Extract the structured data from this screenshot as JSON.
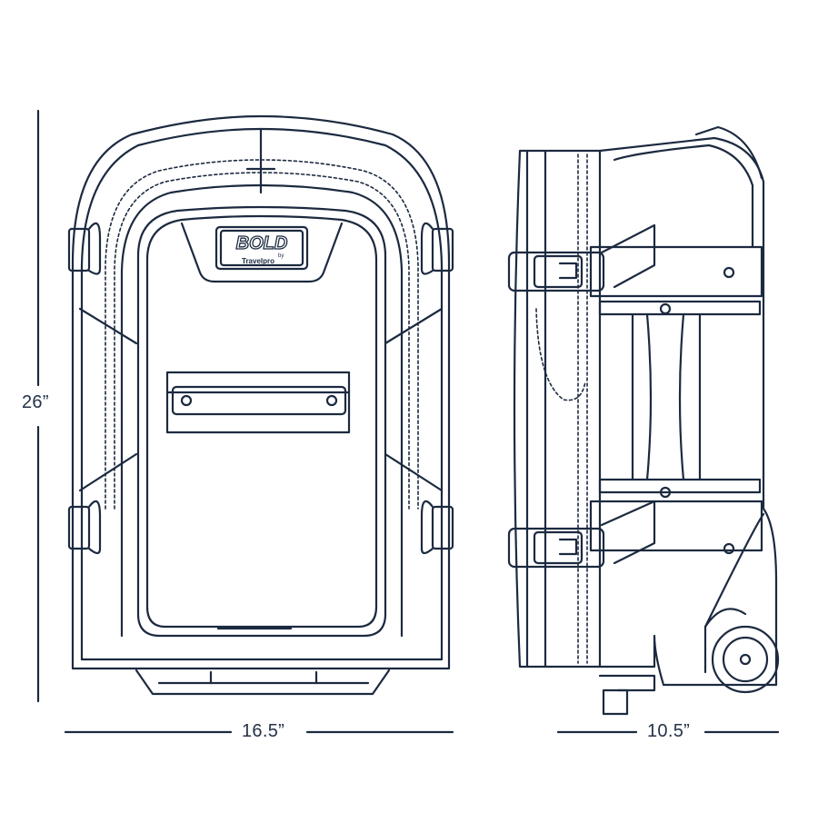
{
  "brand": {
    "logo_text": "BOLD",
    "logo_by": "by",
    "logo_maker": "Travelpro"
  },
  "dimensions": {
    "height": "26”",
    "width": "16.5”",
    "depth": "10.5”"
  },
  "colors": {
    "line": "#1c2a40",
    "background": "#ffffff"
  }
}
